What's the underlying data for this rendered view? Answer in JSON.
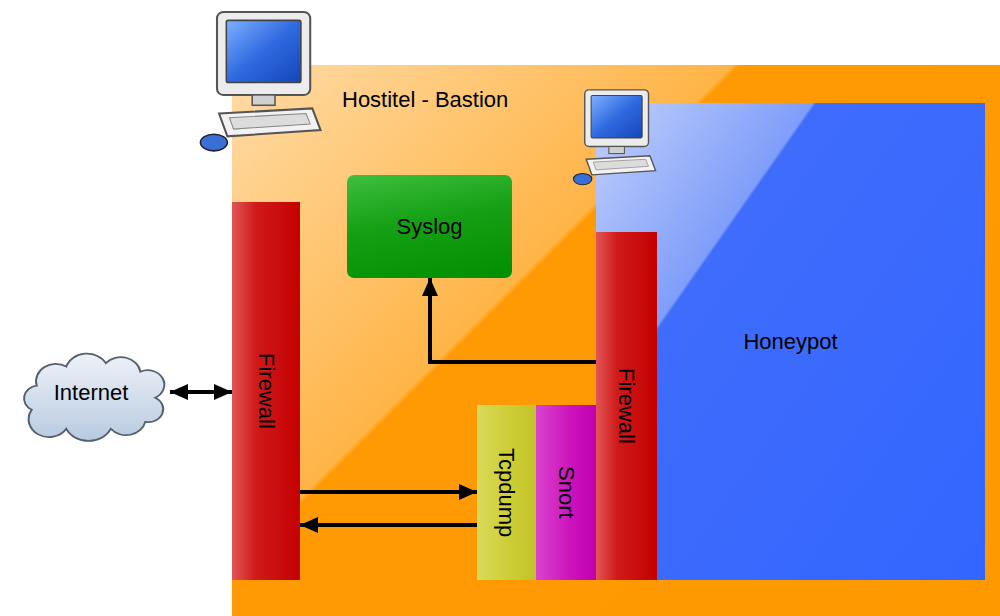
{
  "diagram": {
    "nodes": [
      {
        "text": [
          "Internet"
        ]
      },
      {
        "text": [
          "Hostitel - Bastion"
        ]
      },
      {
        "text": [
          "Firewall"
        ],
        "in": 1
      },
      {
        "text": [
          "Syslog"
        ],
        "in": 1
      },
      {
        "text": [
          "Tcpdump"
        ],
        "in": 1
      },
      {
        "text": [
          "Snort"
        ],
        "in": 1
      },
      {
        "text": [
          "Honeypot"
        ],
        "in": 1
      },
      {
        "text": [
          "Firewall"
        ],
        "in": 6
      }
    ],
    "edges": [
      {
        "from": 0,
        "to": 2,
        "arrow": "both"
      },
      {
        "from": 2,
        "to": 4,
        "arrow": "to"
      },
      {
        "from": 4,
        "to": 2,
        "arrow": "to"
      },
      {
        "from": 7,
        "to": 3,
        "arrow": "to"
      }
    ]
  }
}
